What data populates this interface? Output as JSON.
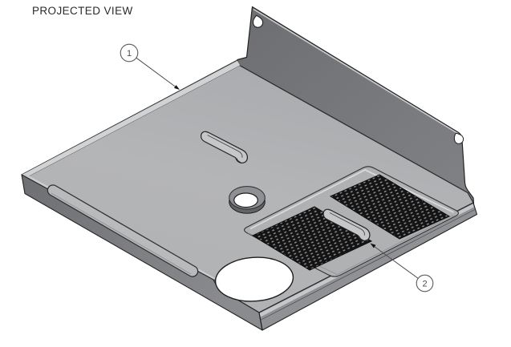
{
  "view": {
    "title": "PROJECTED VIEW"
  },
  "callouts": [
    {
      "label": "1"
    },
    {
      "label": "2"
    }
  ],
  "colors": {
    "background": "#ffffff",
    "part_top_face": "#b2b3b5",
    "part_back_wall": "#767779",
    "mesh_grille": "#151515",
    "outline": "#2d2d2d",
    "balloon_text": "#41505a",
    "title_text": "#2b2b2b"
  }
}
